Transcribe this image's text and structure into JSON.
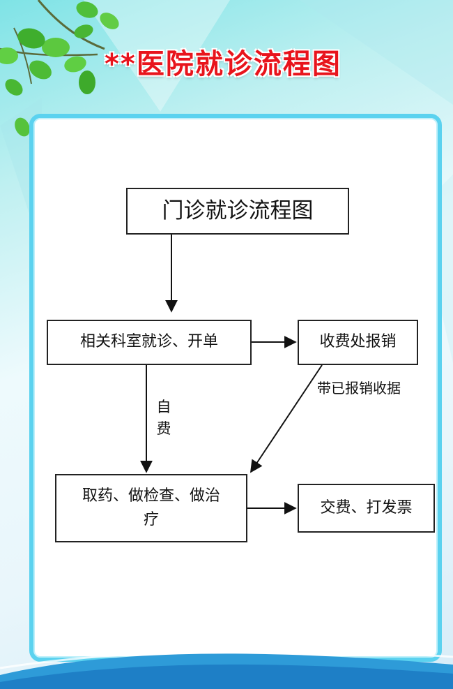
{
  "poster": {
    "title": "**医院就诊流程图"
  },
  "flowchart": {
    "nodes": {
      "start": "门诊就诊流程图",
      "department_visit": "相关科室就诊、开单",
      "billing_reimbursement": "收费处报销",
      "medicine_exam_treatment": "取药、做检查、做治疗",
      "pay_invoice": "交费、打发票"
    },
    "edge_labels": {
      "self_pay": "自费",
      "with_receipt": "带已报销收据"
    }
  },
  "colors": {
    "title_red": "#e8141c",
    "panel_border": "#5bd2ef",
    "line": "#111111"
  },
  "decor": {
    "corner": "leaf-branch-decoration",
    "bottom": "blue-wave-decoration"
  }
}
